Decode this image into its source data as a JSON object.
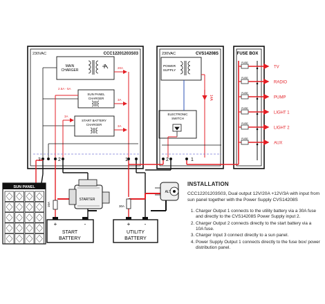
{
  "charger": {
    "title": "CCC12201203S03",
    "voltage": "230VAC",
    "blocks": {
      "main": [
        "MAIN",
        "CHARGER"
      ],
      "sun": [
        "SUN PANEL",
        "CHARGER"
      ],
      "start": [
        "START BATTERY",
        "CHARGER"
      ]
    },
    "currents": {
      "main": "20A",
      "sun_in": "2.5A - 5A",
      "sun_out": "3A",
      "start_in": "3A",
      "start_out": "3A"
    },
    "terminals": [
      "3",
      "2",
      "1"
    ]
  },
  "power_supply": {
    "title": "CVS14208S",
    "voltage": "230VAC",
    "blocks": {
      "psu": [
        "POWER",
        "SUPPLY"
      ],
      "switch": [
        "ELECTRONIC",
        "SWITCH"
      ]
    },
    "current": "14A",
    "terminals": [
      "2",
      "1"
    ]
  },
  "fuse_box": {
    "title": "FUSE BOX",
    "fuse_label": "FUSE",
    "outputs": [
      "TV",
      "RADIO",
      "PUMP",
      "LIGHT 1",
      "LIGHT 2",
      "AUX"
    ]
  },
  "components": {
    "sun_panel": "SUN PANEL",
    "start_battery": [
      "START",
      "BATTERY"
    ],
    "utility_battery": [
      "UTILITY",
      "BATTERY"
    ],
    "starter": "STARTER",
    "alt": "ALT",
    "fuse_10a": "10A",
    "fuse_30a": "30A",
    "plus": "+",
    "minus": "-"
  },
  "installation": {
    "heading": "INSTALLATION",
    "description": "CCC12201203S03, Dual output 12V/20A +12V/3A with input from sun panel together with the Power Supply CVS14208S",
    "steps": [
      "Charger Output 1 connects to the utility battery via a 30A fuse and directly to the CVS14208S Power Supply input 2.",
      "Charger Output 2 connects directly to the start battery via a 10A fuse.",
      "Charger Input 3 connect directly to a sun panel.",
      "Power Supply Output 1 connects directly to the fuse box/ power distribution panel."
    ]
  },
  "colors": {
    "positive": "#e31e24",
    "negative": "#111111",
    "signal": "#2a4fb5",
    "dashed": "#7a7ad8"
  }
}
